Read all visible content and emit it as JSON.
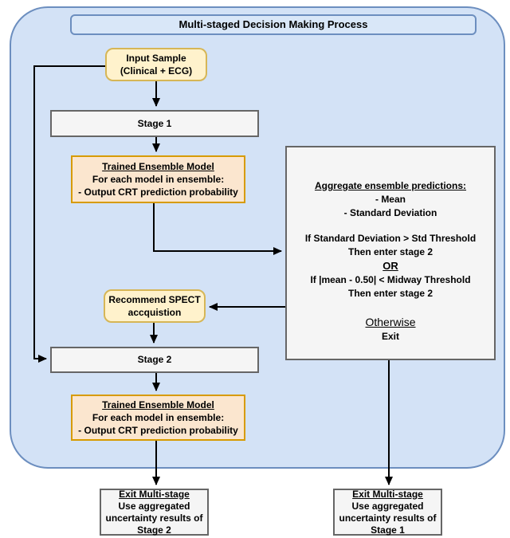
{
  "diagram": {
    "title": "Multi-staged Decision Making Process",
    "nodes": {
      "input_sample": {
        "line1": "Input Sample",
        "line2": "(Clinical + ECG)"
      },
      "stage1": {
        "label": "Stage 1"
      },
      "ensemble1": {
        "heading": "Trained Ensemble Model",
        "line1": "For each model in ensemble:",
        "line2": "- Output CRT prediction probability"
      },
      "aggregate": {
        "heading": "Aggregate ensemble predictions:",
        "bullet1": "- Mean",
        "bullet2": "- Standard Deviation",
        "cond1_line1": "If Standard Deviation > Std Threshold",
        "cond1_line2": "Then enter stage 2",
        "or_label": "OR",
        "cond2_line1": "If |mean - 0.50| < Midway Threshold",
        "cond2_line2": "Then enter stage 2",
        "otherwise_label": "Otherwise",
        "exit_label": "Exit"
      },
      "spect": {
        "line1": "Recommend SPECT",
        "line2": "accquistion"
      },
      "stage2": {
        "label": "Stage 2"
      },
      "ensemble2": {
        "heading": "Trained Ensemble Model",
        "line1": "For each model in ensemble:",
        "line2": "- Output CRT prediction probability"
      },
      "exit_stage2": {
        "heading": "Exit Multi-stage",
        "line1": "Use aggregated",
        "line2": "uncertainty results of",
        "line3": "Stage 2"
      },
      "exit_stage1": {
        "heading": "Exit Multi-stage",
        "line1": "Use aggregated",
        "line2": "uncertainty results of",
        "line3": "Stage 1"
      }
    },
    "colors": {
      "container_fill": "#d3e2f6",
      "container_stroke": "#6c8ebf",
      "yellow_fill": "#fff2cc",
      "yellow_stroke": "#d6b656",
      "orange_fill": "#fbe6cf",
      "orange_stroke": "#d79b00",
      "gray_fill": "#f5f5f5",
      "gray_stroke": "#666666",
      "arrow": "#000000"
    }
  }
}
